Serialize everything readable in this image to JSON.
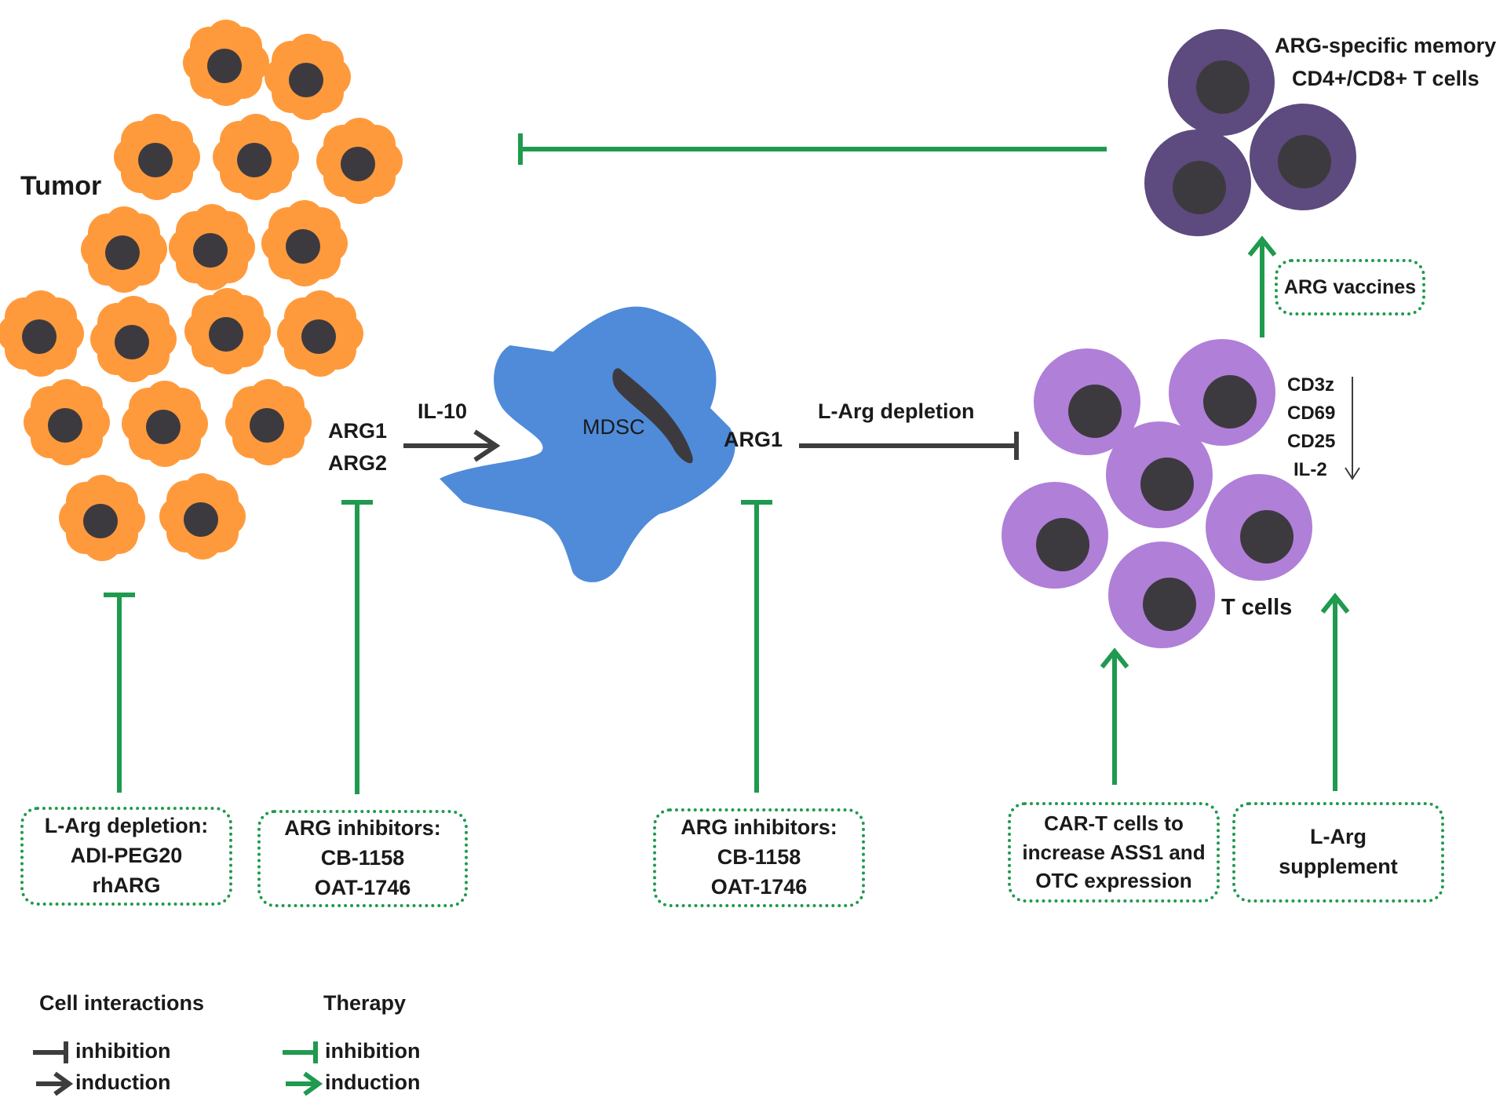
{
  "labels": {
    "tumor": "Tumor",
    "arg1_tumor": "ARG1",
    "arg2_tumor": "ARG2",
    "il10": "IL-10",
    "mdsc": "MDSC",
    "arg1_mdsc": "ARG1",
    "larg_depletion": "L-Arg depletion",
    "memory_line1": "ARG-specific memory",
    "memory_line2": "CD4+/CD8+ T cells",
    "tcells": "T cells",
    "markers": [
      "CD3z",
      "CD69",
      "CD25",
      "IL-2"
    ]
  },
  "boxes": {
    "vaccines": [
      "ARG vaccines"
    ],
    "larg_depletion_therapy": [
      "L-Arg depletion:",
      "ADI-PEG20",
      "rhARG"
    ],
    "arg_inhibitors_tumor": [
      "ARG inhibitors:",
      "CB-1158",
      "OAT-1746"
    ],
    "arg_inhibitors_mdsc": [
      "ARG inhibitors:",
      "CB-1158",
      "OAT-1746"
    ],
    "car_t": [
      "CAR-T cells to",
      "increase ASS1 and",
      "OTC expression"
    ],
    "larg_supplement": [
      "L-Arg",
      "supplement"
    ]
  },
  "legend": {
    "cell_title": "Cell interactions",
    "therapy_title": "Therapy",
    "inhibition": "inhibition",
    "induction": "induction"
  },
  "colors": {
    "tumor": "#ff9a3c",
    "nucleus": "#3d3a3f",
    "mdsc": "#4f8bd9",
    "tcell": "#b07fd8",
    "memory": "#5d4a7e",
    "therapy": "#1f9a4e",
    "interaction": "#3d3d3d"
  }
}
